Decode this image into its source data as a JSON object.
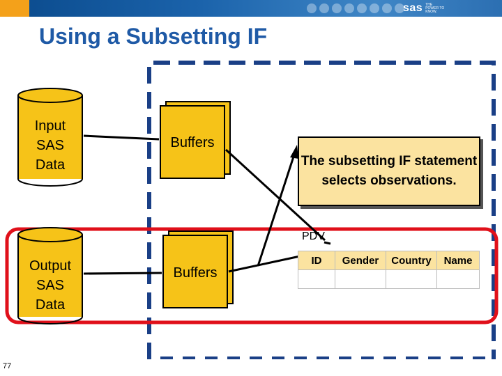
{
  "header": {
    "logo_text": "sas",
    "logo_tagline": "THE POWER TO KNOW."
  },
  "slide": {
    "title": "Using a Subsetting IF",
    "number": "77"
  },
  "diagram": {
    "input_cylinder_label": "Input\nSAS\nData",
    "output_cylinder_label": "Output\nSAS\nData",
    "buffers_top_label": "Buffers",
    "buffers_bottom_label": "Buffers",
    "note_text": "The subsetting IF statement selects observations.",
    "pdv_label": "PDV",
    "pdv_columns": [
      "ID",
      "Gender",
      "Country",
      "Name"
    ],
    "pdv_row": [
      "",
      "",
      "",
      ""
    ]
  },
  "colors": {
    "title_blue": "#1f5aa6",
    "cylinder_fill": "#f6c318",
    "buffer_fill": "#f6c318",
    "note_fill": "#fbe3a0",
    "dashed_border": "#1a3f86",
    "highlight_red": "#e0101a"
  }
}
